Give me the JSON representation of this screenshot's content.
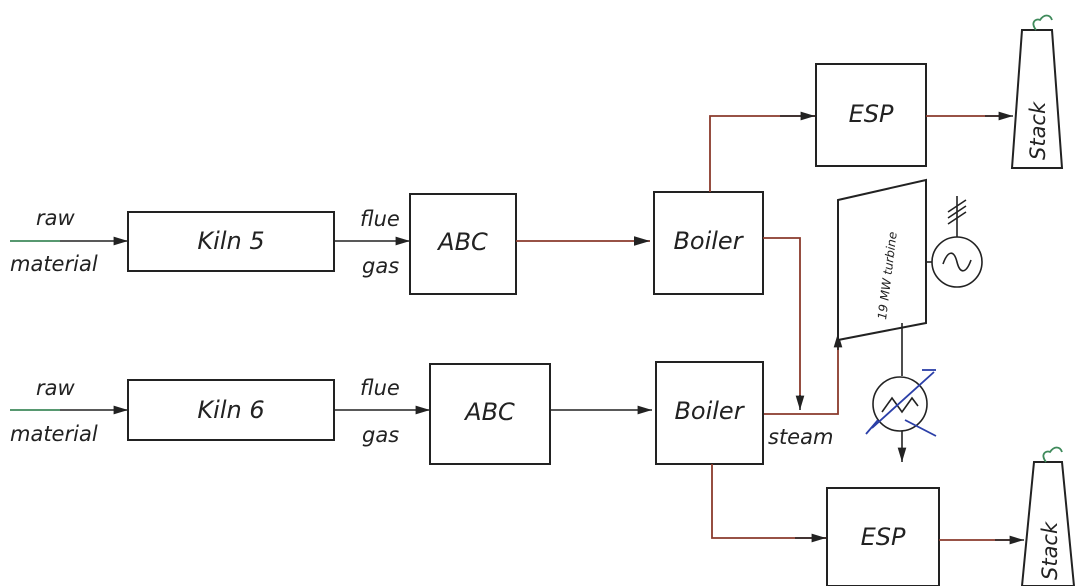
{
  "units": {
    "kiln5": "Kiln 5",
    "kiln6": "Kiln 6",
    "abc_top": "ABC",
    "abc_bottom": "ABC",
    "boiler_top": "Boiler",
    "boiler_bottom": "Boiler",
    "esp_top": "ESP",
    "esp_bottom": "ESP",
    "stack_top": "Stack",
    "stack_bottom": "Stack",
    "turbine": "19 MW turbine"
  },
  "streams": {
    "raw_top_1": "raw",
    "raw_top_2": "material",
    "raw_bottom_1": "raw",
    "raw_bottom_2": "material",
    "flue_top_1": "flue",
    "flue_top_2": "gas",
    "flue_bottom_1": "flue",
    "flue_bottom_2": "gas",
    "steam": "steam"
  },
  "colors": {
    "lines": "#222222",
    "hot_gas_steam": "#8a3a2c",
    "raw_feed_and_exhaust": "#3f8a5b",
    "condenser_coolant": "#2b3fa8"
  },
  "icons": [
    "generator-icon",
    "condenser-icon",
    "arrow-icon",
    "exhaust-icon"
  ]
}
